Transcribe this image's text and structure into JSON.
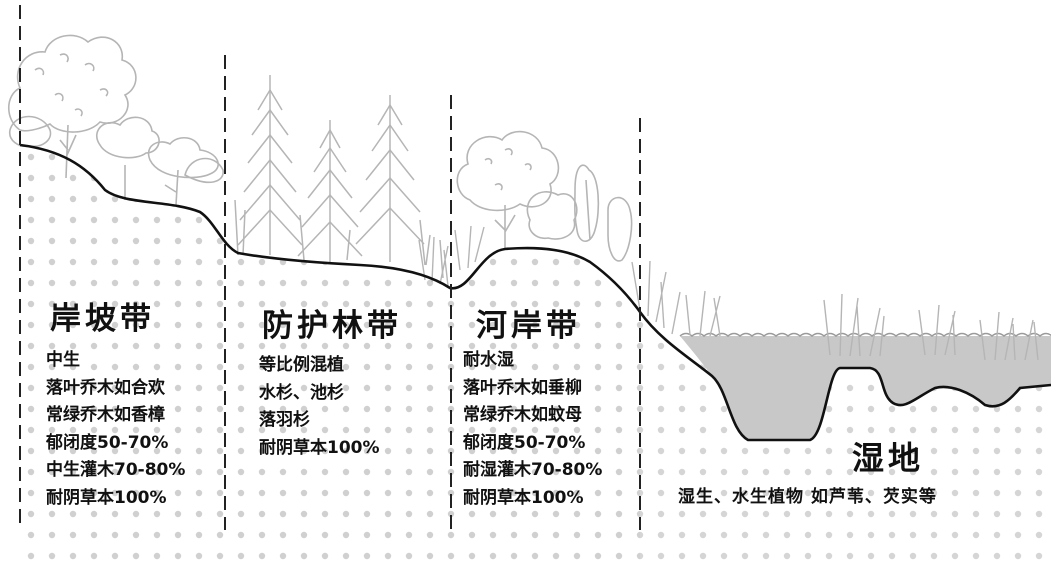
{
  "zones": [
    {
      "title": "岸坡带",
      "lines": [
        "中生",
        "落叶乔木如合欢",
        "常绿乔木如香樟",
        "郁闭度50-70%",
        "中生灌木70-80%",
        "耐阴草本100%"
      ]
    },
    {
      "title": "防护林带",
      "lines": [
        "等比例混植",
        "水杉、池杉",
        "落羽杉",
        "耐阴草本100%"
      ]
    },
    {
      "title": "河岸带",
      "lines": [
        "耐水湿",
        "落叶乔木如垂柳",
        "常绿乔木如蚊母",
        "郁闭度50-70%",
        "耐湿灌木70-80%",
        "耐阴草本100%"
      ]
    },
    {
      "title": "湿地",
      "lines": [
        "湿生、水生植物 如芦苇、芡实等"
      ]
    }
  ],
  "colors": {
    "dots": "#d0d0d0",
    "water": "#c8c8c8",
    "water_deep": "#a9a9a9",
    "vegetation": "#b5b5b5",
    "ground_line": "#111111",
    "divider": "#222222"
  }
}
